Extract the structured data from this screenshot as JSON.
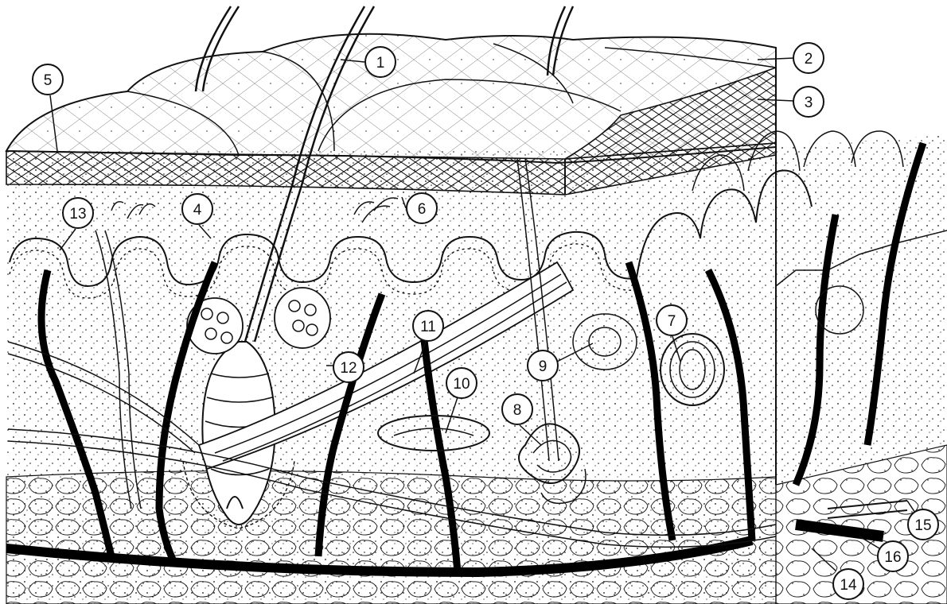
{
  "figure": {
    "colors": {
      "ink": "#111111",
      "paper": "#ffffff",
      "vessel": "#000000"
    },
    "callouts": [
      {
        "id": "c1",
        "label": "1"
      },
      {
        "id": "c2",
        "label": "2"
      },
      {
        "id": "c3",
        "label": "3"
      },
      {
        "id": "c4",
        "label": "4"
      },
      {
        "id": "c5",
        "label": "5"
      },
      {
        "id": "c6",
        "label": "6"
      },
      {
        "id": "c7",
        "label": "7"
      },
      {
        "id": "c8",
        "label": "8"
      },
      {
        "id": "c9",
        "label": "9"
      },
      {
        "id": "c10",
        "label": "10"
      },
      {
        "id": "c11",
        "label": "11"
      },
      {
        "id": "c12",
        "label": "12"
      },
      {
        "id": "c13",
        "label": "13"
      },
      {
        "id": "c14",
        "label": "14"
      },
      {
        "id": "c15",
        "label": "15"
      },
      {
        "id": "c16",
        "label": "16"
      }
    ]
  }
}
